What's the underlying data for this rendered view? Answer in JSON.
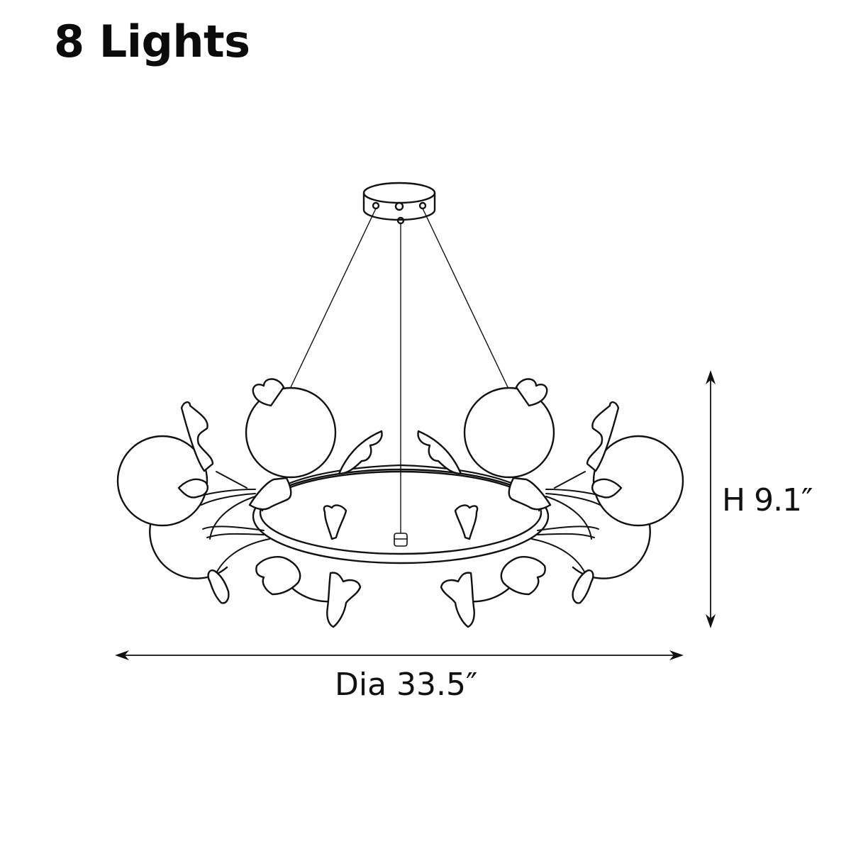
{
  "title": "8 Lights",
  "dimensions": {
    "height": {
      "label": "H 9.1″",
      "value": 9.1,
      "unit": "in"
    },
    "diameter": {
      "label": "Dia 33.5″",
      "value": 33.5,
      "unit": "in"
    }
  },
  "product": {
    "light_count": 8,
    "type": "ring chandelier with globe shades and leaf accents"
  },
  "colors": {
    "background": "#ffffff",
    "line": "#111111",
    "text": "#0b0b0b"
  }
}
